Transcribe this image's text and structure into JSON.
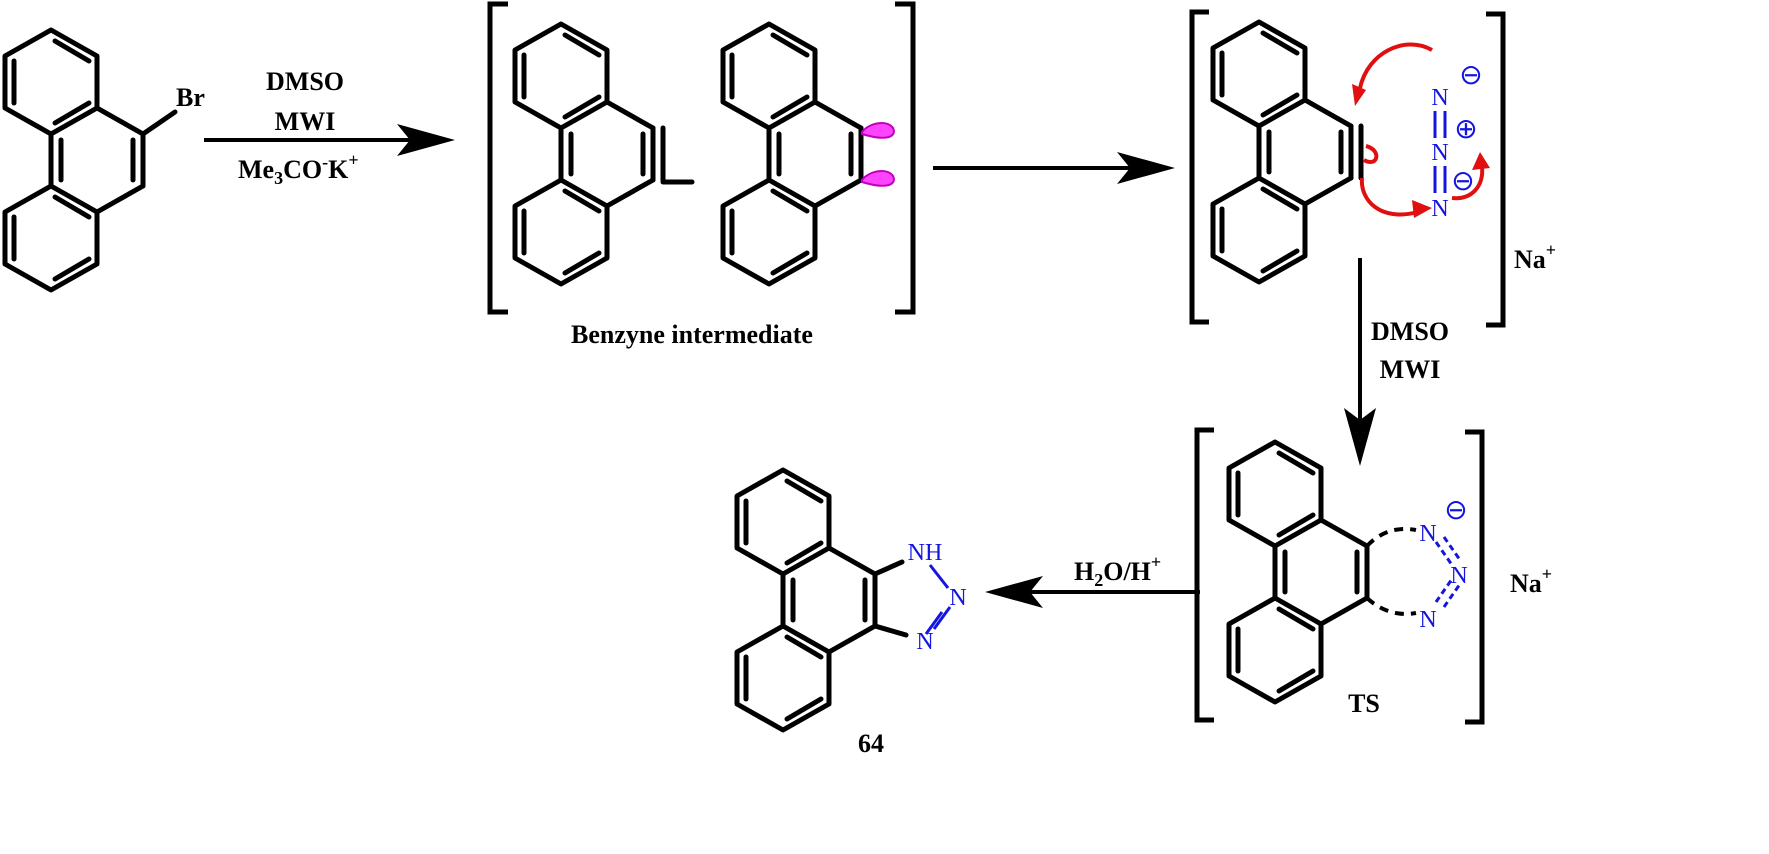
{
  "reagents_step1": {
    "line1": "DMSO",
    "line2": "MWI",
    "line3_main": "Me",
    "line3_sub": "3",
    "line3_rest": "CO",
    "line3_sup1": "-",
    "line3_k": "K",
    "line3_sup2": "+"
  },
  "start_material": {
    "substituent": "Br"
  },
  "benzyne": {
    "caption": "Benzyne intermediate"
  },
  "azide_complex": {
    "n_atom": "N",
    "minus": "⊖",
    "plus": "⊕",
    "counterion": "Na",
    "counterion_charge": "+"
  },
  "reagents_step3": {
    "line1": "DMSO",
    "line2": "MWI"
  },
  "transition_state": {
    "caption": "TS",
    "n_atom": "N",
    "minus": "⊖",
    "counterion": "Na",
    "counterion_charge": "+"
  },
  "reagents_step4": {
    "main": "H",
    "sub": "2",
    "rest": "O/H",
    "sup": "+"
  },
  "product": {
    "nh": "NH",
    "n_atom": "N",
    "caption": "64"
  },
  "colors": {
    "bonds": "#000000",
    "nitrogen": "#1515e0",
    "curved_arrows": "#e01010",
    "orbital_lobes": "#ff44ff"
  }
}
